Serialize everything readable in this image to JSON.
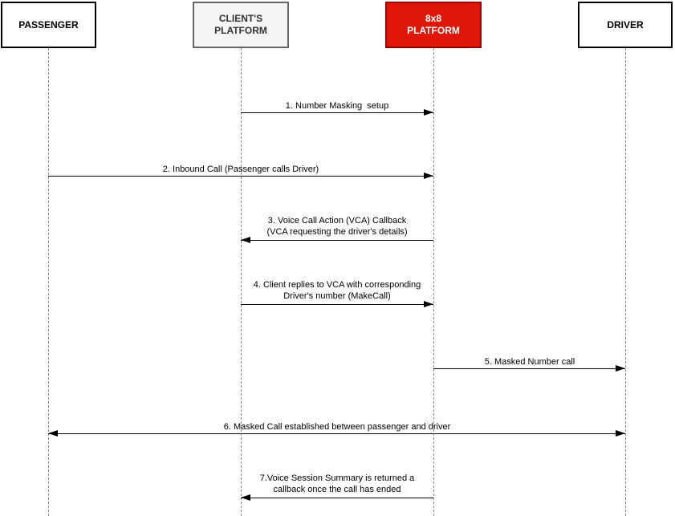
{
  "actors": [
    {
      "id": "passenger",
      "label": "PASSENGER"
    },
    {
      "id": "clients-platform",
      "label": "CLIENT'S\nPLATFORM"
    },
    {
      "id": "8x8-platform",
      "label": "8x8\nPLATFORM"
    },
    {
      "id": "driver",
      "label": "DRIVER"
    }
  ],
  "messages": [
    {
      "step": 1,
      "text": "1. Number Masking  setup",
      "from": "CLIENT'S PLATFORM",
      "to": "8x8 PLATFORM",
      "direction": "right"
    },
    {
      "step": 2,
      "text": "2. Inbound Call (Passenger calls Driver)",
      "from": "PASSENGER",
      "to": "8x8 PLATFORM",
      "direction": "right"
    },
    {
      "step": 3,
      "text": "3. Voice Call Action (VCA) Callback\n(VCA requesting the driver's details)",
      "from": "8x8 PLATFORM",
      "to": "CLIENT'S PLATFORM",
      "direction": "left"
    },
    {
      "step": 4,
      "text": "4. Client replies to VCA with corresponding\nDriver's number (MakeCall)",
      "from": "CLIENT'S PLATFORM",
      "to": "8x8 PLATFORM",
      "direction": "right"
    },
    {
      "step": 5,
      "text": "5. Masked Number call",
      "from": "8x8 PLATFORM",
      "to": "DRIVER",
      "direction": "right"
    },
    {
      "step": 6,
      "text": "6. Masked Call established between passenger and driver",
      "from": "PASSENGER",
      "to": "DRIVER",
      "direction": "both"
    },
    {
      "step": 7,
      "text": "7.Voice Session Summary is returned a\ncallback once the call has ended",
      "from": "8x8 PLATFORM",
      "to": "CLIENT'S PLATFORM",
      "direction": "left"
    }
  ],
  "colors": {
    "background": "#ffffff",
    "actor_default_fill": "#ffffff",
    "actor_default_border": "#000000",
    "client_fill": "#f5f5f5",
    "client_border": "#666666",
    "client_text": "#333333",
    "brand_fill": "#e01708",
    "brand_border": "#990000",
    "brand_text": "#ffffff",
    "lifeline": "#8a8a8a",
    "arrow": "#000000"
  }
}
